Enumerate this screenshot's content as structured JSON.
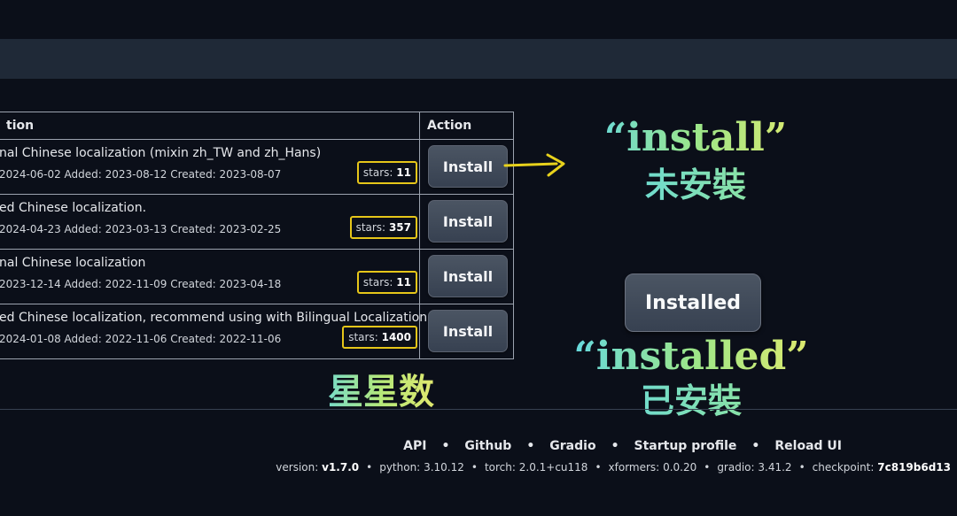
{
  "table": {
    "headers": {
      "description": "tion",
      "action": "Action"
    },
    "rows": [
      {
        "desc": "nal Chinese localization (mixin zh_TW and zh_Hans)",
        "meta": "2024-06-02 Added: 2023-08-12 Created: 2023-08-07",
        "stars_label": "stars:",
        "stars": "11",
        "button": "Install"
      },
      {
        "desc": "ed Chinese localization.",
        "meta": "2024-04-23 Added: 2023-03-13 Created: 2023-02-25",
        "stars_label": "stars:",
        "stars": "357",
        "button": "Install"
      },
      {
        "desc": "nal Chinese localization",
        "meta": "2023-12-14 Added: 2022-11-09 Created: 2023-04-18",
        "stars_label": "stars:",
        "stars": "11",
        "button": "Install"
      },
      {
        "desc": "ed Chinese localization, recommend using with Bilingual Localization.",
        "meta": "2024-01-08 Added: 2022-11-06 Created: 2022-11-06",
        "stars_label": "stars:",
        "stars": "1400",
        "button": "Install"
      }
    ]
  },
  "annotations": {
    "install_en": "“install”",
    "install_zh": "未安裝",
    "installed_button": "Installed",
    "installed_en": "“installed”",
    "installed_zh": "已安裝",
    "stars_zh": "星星数"
  },
  "footer": {
    "links": [
      "API",
      "Github",
      "Gradio",
      "Startup profile",
      "Reload UI"
    ],
    "separator": "•",
    "versions": [
      {
        "label": "version:",
        "value": "v1.7.0"
      },
      {
        "label": "python:",
        "value": "3.10.12"
      },
      {
        "label": "torch:",
        "value": "2.0.1+cu118"
      },
      {
        "label": "xformers:",
        "value": "0.0.20"
      },
      {
        "label": "gradio:",
        "value": "3.41.2"
      },
      {
        "label": "checkpoint:",
        "value": "7c819b6d13"
      }
    ]
  },
  "colors": {
    "background": "#0b0f19",
    "topbar": "#1f2937",
    "highlight_box": "#e6c619",
    "annotation_gradient_start": "#5fd7e8",
    "annotation_gradient_end": "#e6ea6a"
  }
}
